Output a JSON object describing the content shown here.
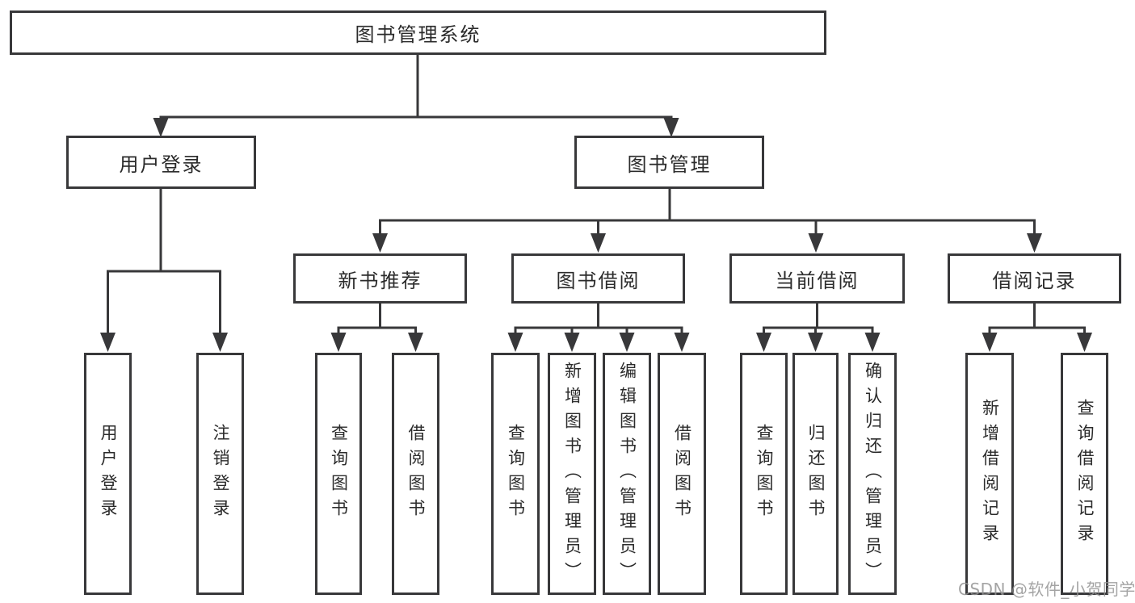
{
  "diagram": {
    "root": {
      "label": "图书管理系统"
    },
    "branches": [
      {
        "label": "用户登录",
        "children": [
          {
            "label": "用户登录"
          },
          {
            "label": "注销登录"
          }
        ]
      },
      {
        "label": "图书管理",
        "sections": [
          {
            "label": "新书推荐",
            "children": [
              {
                "label": "查询图书"
              },
              {
                "label": "借阅图书"
              }
            ]
          },
          {
            "label": "图书借阅",
            "children": [
              {
                "label": "查询图书"
              },
              {
                "label": "新增图书（管理员）"
              },
              {
                "label": "编辑图书（管理员）"
              },
              {
                "label": "借阅图书"
              }
            ]
          },
          {
            "label": "当前借阅",
            "children": [
              {
                "label": "查询图书"
              },
              {
                "label": "归还图书"
              },
              {
                "label": "确认归还（管理员）"
              }
            ]
          },
          {
            "label": "借阅记录",
            "children": [
              {
                "label": "新增借阅记录"
              },
              {
                "label": "查询借阅记录"
              }
            ]
          }
        ]
      }
    ],
    "watermark": "CSDN @软件_小贺同学",
    "colors": {
      "line": "#38383a",
      "box_border": "#38383a",
      "text": "#2b2b2b",
      "watermark": "#949494",
      "background": "#ffffff"
    }
  }
}
